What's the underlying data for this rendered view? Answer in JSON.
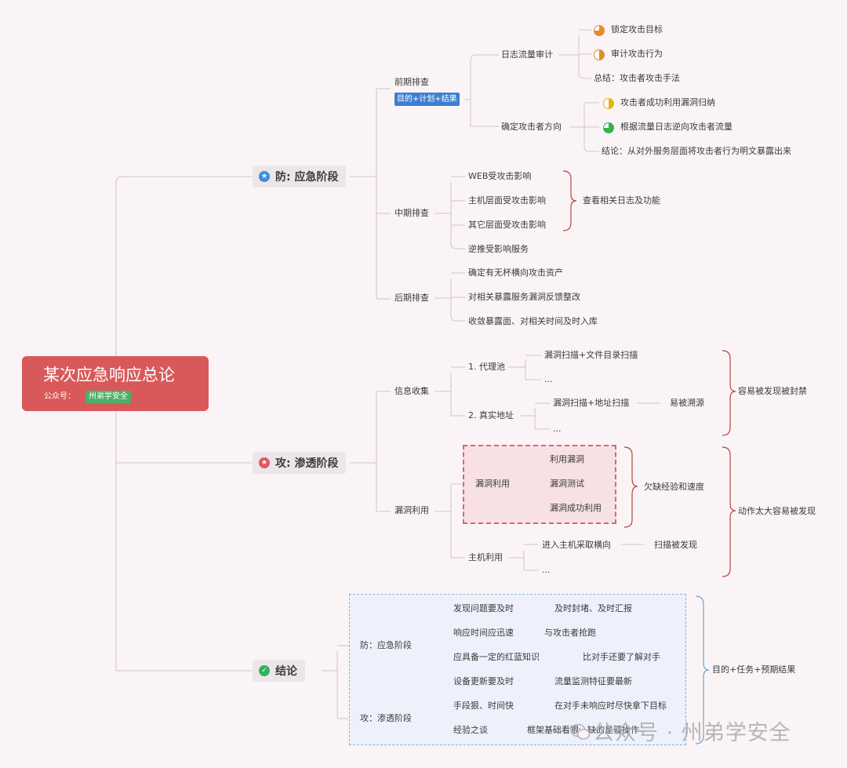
{
  "root": {
    "title": "某次应急响应总论",
    "account_label": "公众号：",
    "account_name": "州弟学安全"
  },
  "stages": {
    "defense": "防: 应急阶段",
    "attack": "攻: 渗透阶段",
    "conclusion": "结论"
  },
  "icons": {
    "defense": "star-icon",
    "attack": "star-icon",
    "conclusion": "check-icon"
  },
  "colors": {
    "root": "#d9595a",
    "defense_icon": "#3e8fe0",
    "attack_icon": "#e05a64",
    "conclusion_icon": "#2fb35a",
    "tag": "#3c7fd0"
  },
  "defense": {
    "early": {
      "label": "前期排查",
      "tag": "目的+计划+结果",
      "log_audit": {
        "label": "日志流量审计",
        "items": [
          "锁定攻击目标",
          "审计攻击行为",
          "总结：攻击者攻击手法"
        ]
      },
      "direction": {
        "label": "确定攻击者方向",
        "items": [
          "攻击者成功利用漏洞归纳",
          "根据流量日志逆向攻击者流量",
          "结论：从对外服务层面将攻击者行为明文暴露出来"
        ]
      }
    },
    "mid": {
      "label": "中期排查",
      "items": [
        "WEB受攻击影响",
        "主机层面受攻击影响",
        "其它层面受攻击影响",
        "逆推受影响服务"
      ],
      "bracket_note": "查看相关日志及功能"
    },
    "late": {
      "label": "后期排查",
      "items": [
        "确定有无杯横向攻击资产",
        "对相关暴露服务漏洞反馈整改",
        "收敛暴露面、对相关时间及时入库"
      ]
    }
  },
  "attack": {
    "recon": {
      "label": "信息收集",
      "proxy": {
        "label": "1. 代理池",
        "items": [
          "漏洞扫描+文件目录扫描",
          "..."
        ]
      },
      "real": {
        "label": "2. 真实地址",
        "items": [
          "漏洞扫描+地址扫描",
          "..."
        ],
        "note": "易被溯源"
      },
      "bracket_note": "容易被发现被封禁"
    },
    "exploit": {
      "label": "漏洞利用",
      "vuln": {
        "label": "漏洞利用",
        "items": [
          "利用漏洞",
          "漏洞测试",
          "漏洞成功利用"
        ],
        "bracket_note": "欠缺经验和速度"
      },
      "host": {
        "label": "主机利用",
        "items": [
          "进入主机采取横向",
          "..."
        ],
        "note": "扫描被发现"
      },
      "bracket_note": "动作太大容易被发现"
    }
  },
  "conclusion": {
    "defense": {
      "label": "防：应急阶段",
      "rows": [
        {
          "left": "发现问题要及时",
          "right": "及时封堵、及时汇报"
        },
        {
          "left": "响应时间应迅速",
          "right": "与攻击者抢跑"
        },
        {
          "left": "应具备一定的红蓝知识",
          "right": "比对手还要了解对手"
        },
        {
          "left": "设备更新要及时",
          "right": "流量监测特征要最新"
        }
      ]
    },
    "attack": {
      "label": "攻：渗透阶段",
      "rows": [
        {
          "left": "手段狠、时间快",
          "right": "在对手未响应时尽快拿下目标"
        },
        {
          "left": "经验之谈",
          "right": "框架基础看眼、缺的是骚操作"
        }
      ]
    },
    "bracket_note": "目的+任务+预期结果"
  },
  "watermark": "公众号 · 州弟学安全"
}
